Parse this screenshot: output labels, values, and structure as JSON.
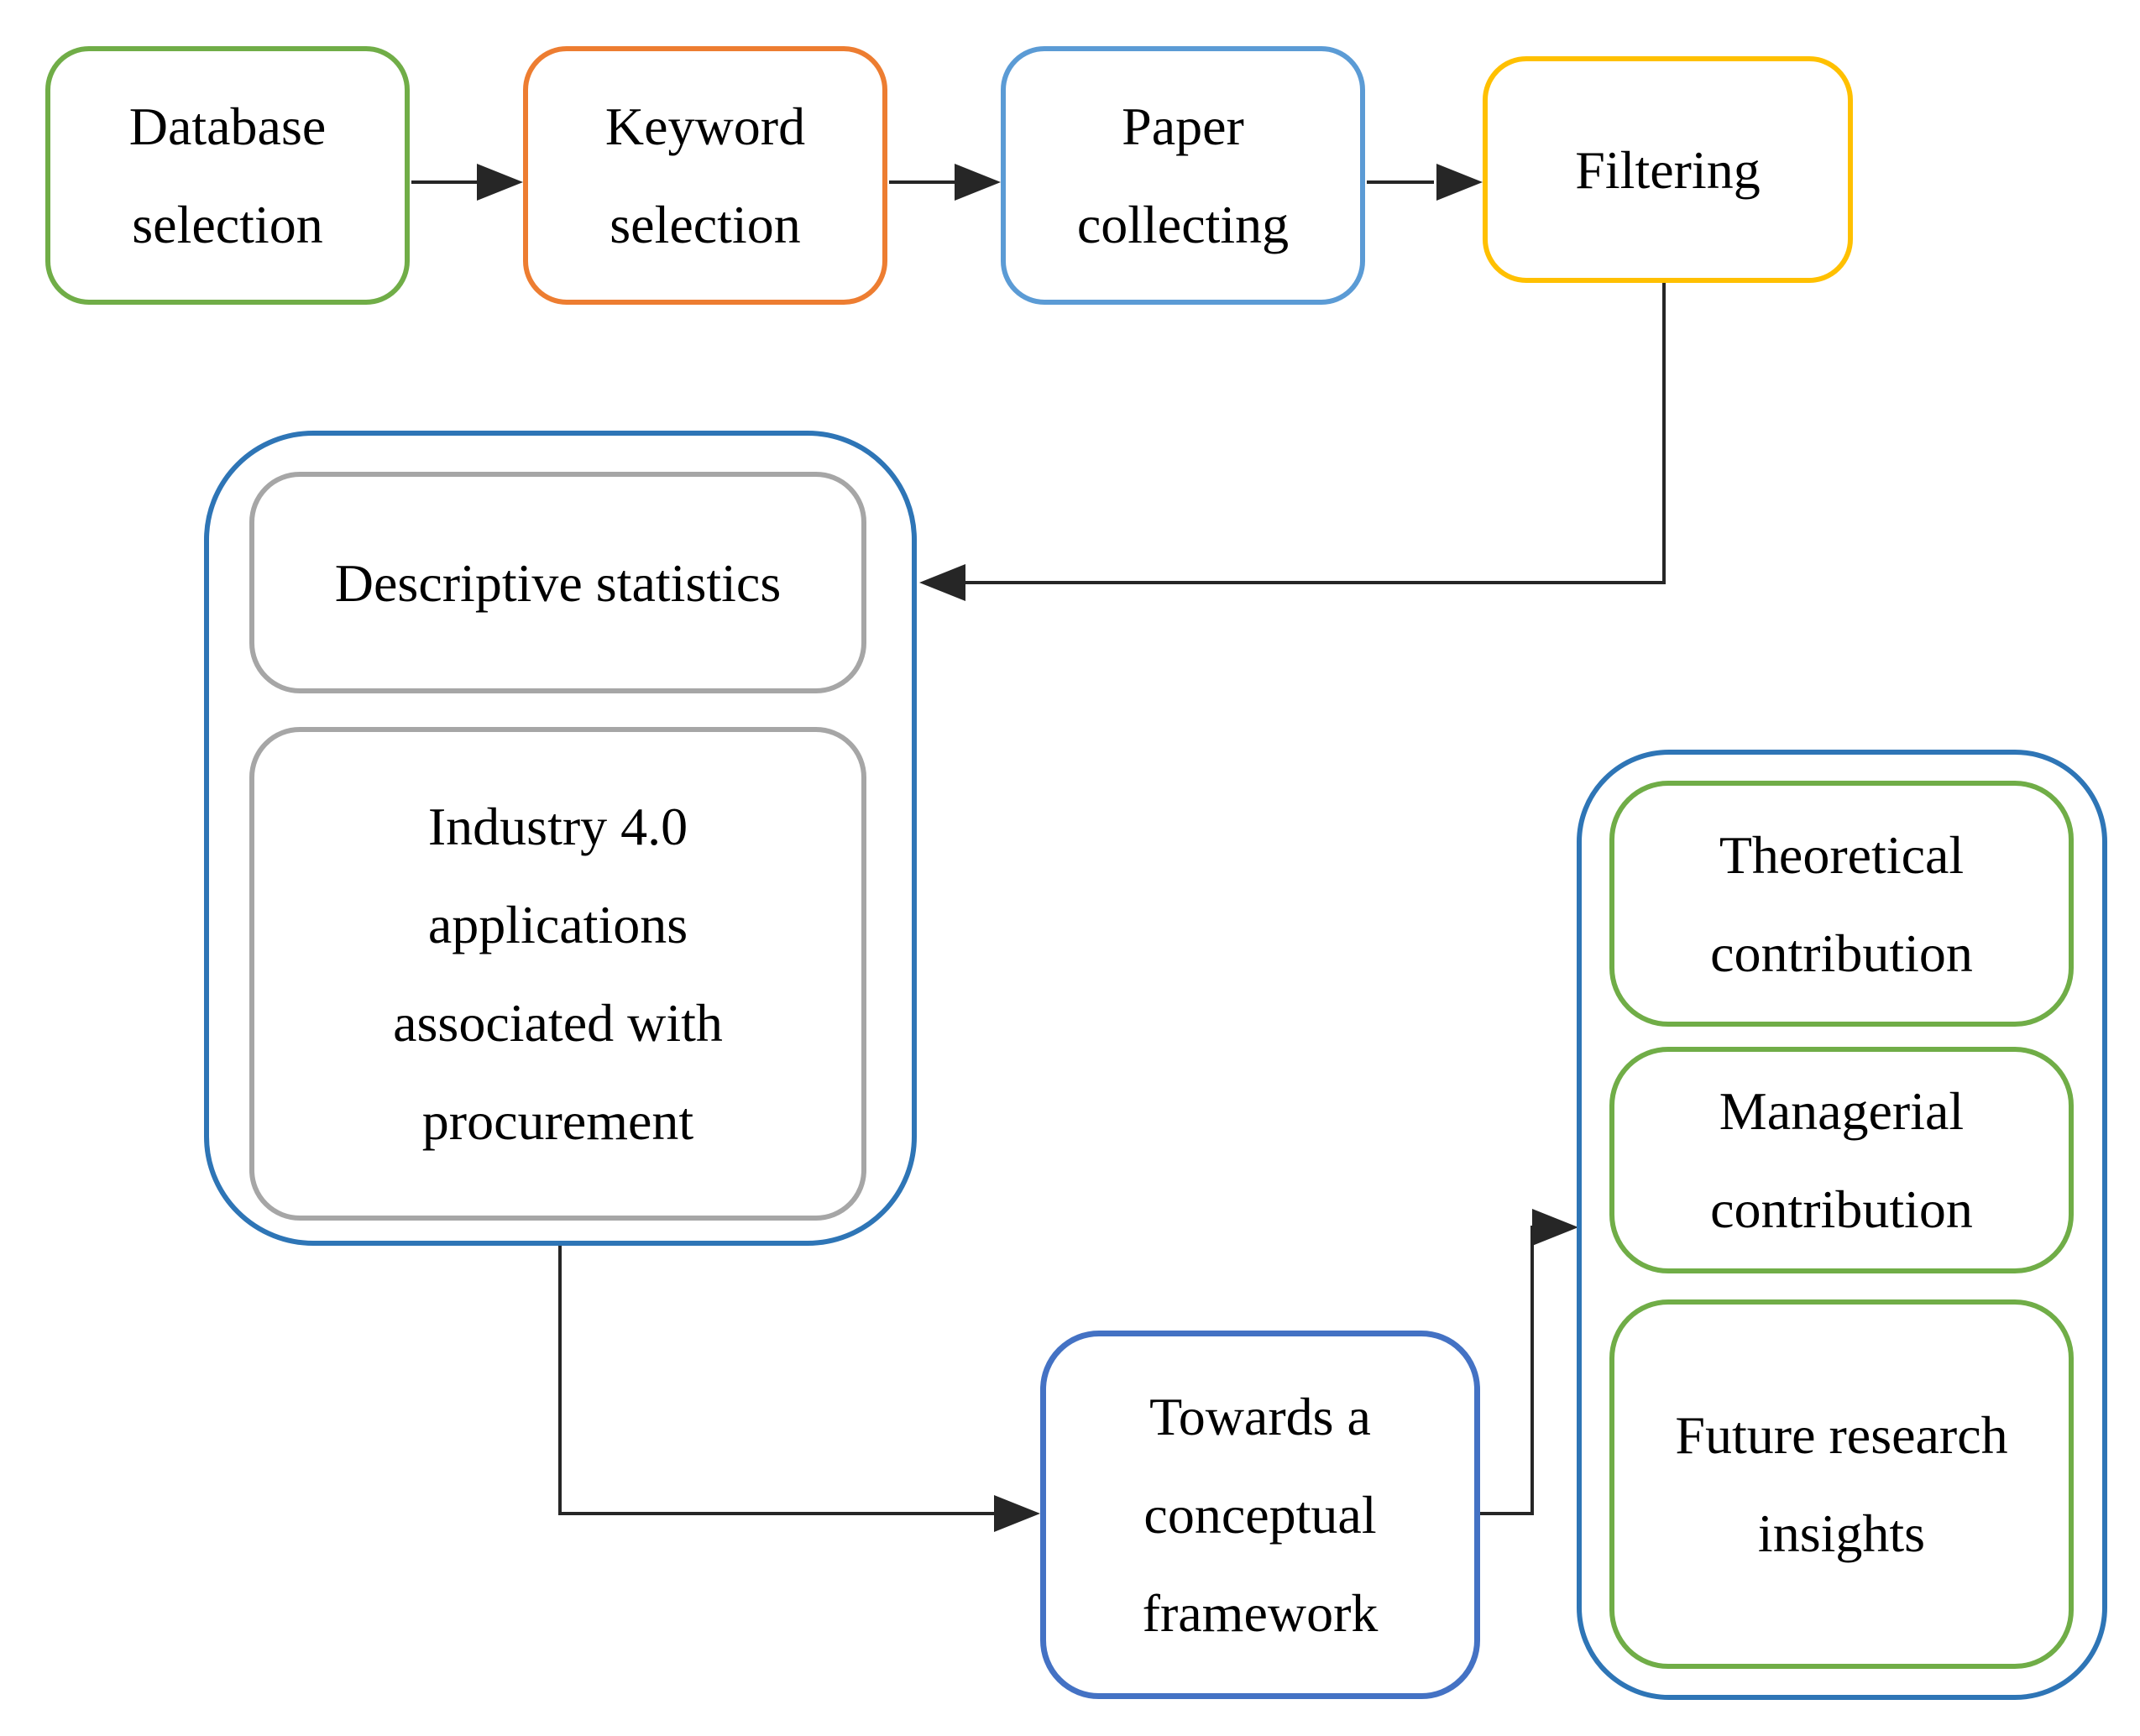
{
  "flowchart": {
    "steps": [
      {
        "id": "database-selection",
        "label": "Database\nselection",
        "border_color": "#70AD47"
      },
      {
        "id": "keyword-selection",
        "label": "Keyword\nselection",
        "border_color": "#ED7D31"
      },
      {
        "id": "paper-collecting",
        "label": "Paper\ncollecting",
        "border_color": "#5B9BD5"
      },
      {
        "id": "filtering",
        "label": "Filtering",
        "border_color": "#FFC000"
      }
    ],
    "analysis_group": {
      "border_color": "#2E75B6",
      "items": [
        {
          "id": "descriptive-statistics",
          "label": "Descriptive statistics",
          "border_color": "#A6A6A6"
        },
        {
          "id": "industry-applications",
          "label": "Industry 4.0\napplications\nassociated with\nprocurement",
          "border_color": "#A6A6A6"
        }
      ]
    },
    "framework_step": {
      "id": "conceptual-framework",
      "label": "Towards a\nconceptual\nframework",
      "border_color": "#4472C4"
    },
    "outcomes_group": {
      "border_color": "#2E75B6",
      "items": [
        {
          "id": "theoretical-contribution",
          "label": "Theoretical\ncontribution",
          "border_color": "#70AD47"
        },
        {
          "id": "managerial-contribution",
          "label": "Managerial\ncontribution",
          "border_color": "#70AD47"
        },
        {
          "id": "future-research",
          "label": "Future research\ninsights",
          "border_color": "#70AD47"
        }
      ]
    },
    "connector_color": "#262626",
    "text_color": "#000000",
    "background": "#FFFFFF"
  }
}
